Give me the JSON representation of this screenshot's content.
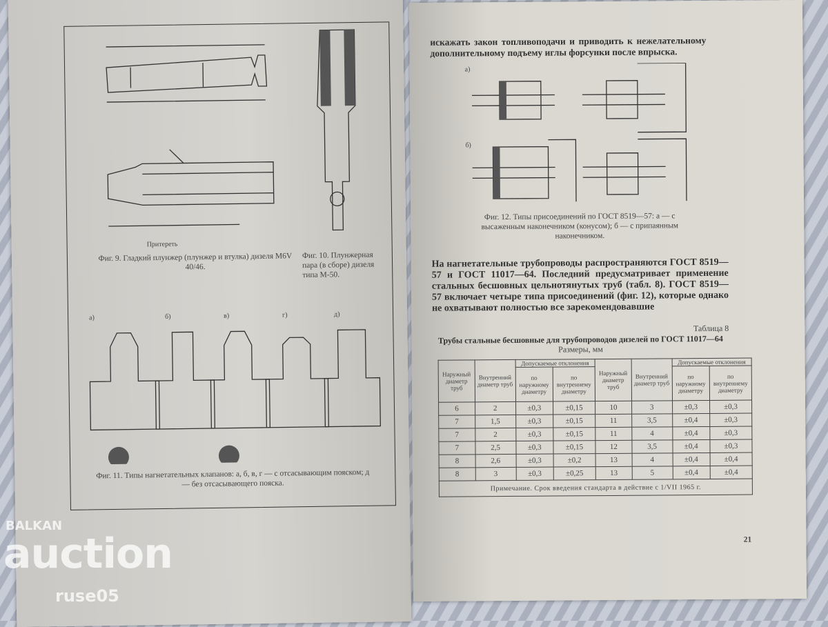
{
  "left_page": {
    "fig9_caption": "Фиг. 9. Гладкий плунжер (плунжер и втулка) дизеля M6V 40/46.",
    "fig10_caption": "Фиг. 10. Плунжерная пара (в сборе) дизеля типа M-50.",
    "fig11_caption": "Фиг. 11. Типы нагнетательных клапанов: а, б, в, г — с отсасывающим пояском; д — без отсасывающего пояска.",
    "fig11_labels": [
      "а)",
      "б)",
      "в)",
      "г)",
      "д)"
    ],
    "fig9_note": "Притереть"
  },
  "right_page": {
    "intro_text": "искажать закон топливоподачи и приводить к нежелательному дополнительному подъему иглы форсунки после впрыска.",
    "fig12_labels": [
      "а)",
      "б)"
    ],
    "fig12_caption": "Фиг. 12. Типы присоединений по ГОСТ 8519—57: а — с высаженным наконечником (конусом); б — с припаянным наконечником.",
    "paragraph": "На нагнетательные трубопроводы распространяются ГОСТ 8519—57 и ГОСТ 11017—64. Последний предусматривает применение стальных бесшовных цельнотянутых труб (табл. 8). ГОСТ 8519—57 включает четыре типа присоединений (фиг. 12), которые однако не охватывают полностью все зарекомендовавшие",
    "table_number": "Таблица 8",
    "table_title": "Трубы стальные бесшовные для трубопроводов дизелей по ГОСТ 11017—64",
    "table_units": "Размеры, мм",
    "table_headers": {
      "outer": "Наружный диаметр труб",
      "inner": "Внутренний диаметр труб",
      "tolerance": "Допускаемые отклонения",
      "tol_outer": "по наружному диаметру",
      "tol_inner": "по внутреннему диаметру"
    },
    "table_rows": [
      [
        "6",
        "2",
        "±0,3",
        "±0,15",
        "10",
        "3",
        "±0,3",
        "±0,3"
      ],
      [
        "7",
        "1,5",
        "±0,3",
        "±0,15",
        "11",
        "3,5",
        "±0,4",
        "±0,3"
      ],
      [
        "7",
        "2",
        "±0,3",
        "±0,15",
        "11",
        "4",
        "±0,4",
        "±0,3"
      ],
      [
        "7",
        "2,5",
        "±0,3",
        "±0,15",
        "12",
        "3,5",
        "±0,4",
        "±0,3"
      ],
      [
        "8",
        "2,6",
        "±0,3",
        "±0,2",
        "13",
        "4",
        "±0,4",
        "±0,4"
      ],
      [
        "8",
        "3",
        "±0,3",
        "±0,25",
        "13",
        "5",
        "±0,4",
        "±0,4"
      ]
    ],
    "table_note": "Примечание. Срок введения стандарта в действие с 1/VII 1965 г.",
    "page_number": "21"
  },
  "watermark": {
    "line1": "BALKAN",
    "line2": "auction",
    "line3": "ruse05"
  }
}
